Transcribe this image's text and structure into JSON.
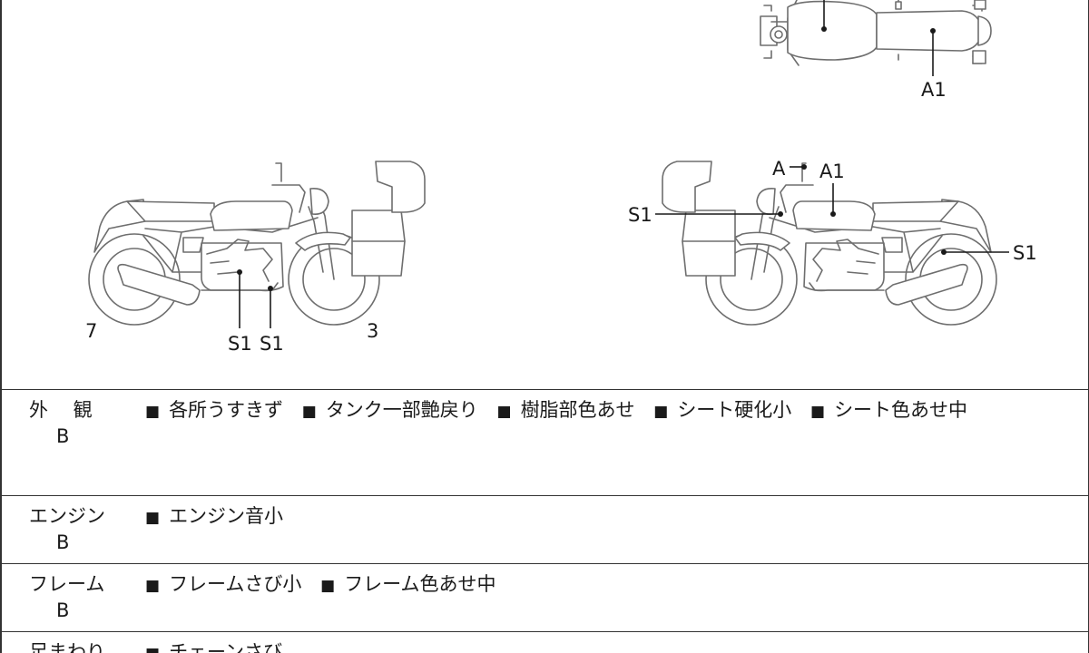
{
  "diagram": {
    "labels": {
      "top_a1": "A1",
      "left_7": "7",
      "left_3": "3",
      "left_s1_a": "S1",
      "left_s1_b": "S1",
      "right_a": "A",
      "right_a1": "A1",
      "right_s1_left": "S1",
      "right_s1_right": "S1"
    }
  },
  "sections": [
    {
      "name": "外　 観",
      "grade": "B",
      "items": [
        "各所うすきず",
        "タンク一部艶戻り",
        "樹脂部色あせ",
        "シート硬化小",
        "シート色あせ中"
      ]
    },
    {
      "name": "エンジン",
      "grade": "B",
      "items": [
        "エンジン音小"
      ]
    },
    {
      "name": "フレーム",
      "grade": "B",
      "items": [
        "フレームさび小",
        "フレーム色あせ中"
      ]
    },
    {
      "name": "足まわり",
      "grade": "",
      "items": [
        "チェーンさび"
      ]
    }
  ],
  "bullet_glyph": "■"
}
